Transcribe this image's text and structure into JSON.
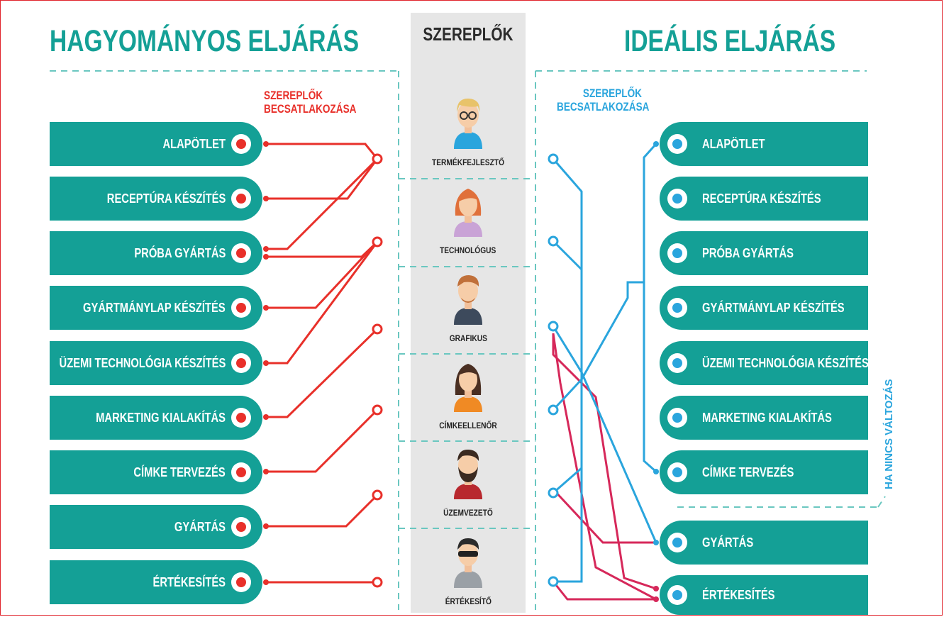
{
  "headings": {
    "left": "HAGYOMÁNYOS ELJÁRÁS",
    "center": "SZEREPLŐK",
    "right": "IDEÁLIS ELJÁRÁS"
  },
  "subheadings": {
    "left_line1": "SZEREPLŐK",
    "left_line2": "BECSATLAKOZÁSA",
    "right_line1": "SZEREPLŐK",
    "right_line2": "BECSATLAKOZÁSA"
  },
  "steps": [
    "ALAPÖTLET",
    "RECEPTÚRA KÉSZÍTÉS",
    "PRÓBA GYÁRTÁS",
    "GYÁRTMÁNYLAP KÉSZÍTÉS",
    "ÜZEMI TECHNOLÓGIA KÉSZÍTÉS",
    "MARKETING KIALAKÍTÁS",
    "CÍMKE TERVEZÉS",
    "GYÁRTÁS",
    "ÉRTÉKESÍTÉS"
  ],
  "roles": [
    {
      "label": "TERMÉKFEJLESZTŐ",
      "icon": "product-developer-avatar-icon"
    },
    {
      "label": "TECHNOLÓGUS",
      "icon": "technologist-avatar-icon"
    },
    {
      "label": "GRAFIKUS",
      "icon": "graphic-designer-avatar-icon"
    },
    {
      "label": "CÍMKEELLENŐR",
      "icon": "label-inspector-avatar-icon"
    },
    {
      "label": "ÜZEMVEZETŐ",
      "icon": "plant-manager-avatar-icon"
    },
    {
      "label": "ÉRTÉKESÍTŐ",
      "icon": "sales-avatar-icon"
    }
  ],
  "note_vertical": "HA NINCS VÁLTOZÁS",
  "colors": {
    "teal": "#14a096",
    "red": "#e8302a",
    "blue": "#2aa5dd",
    "crimson": "#d6285a",
    "column_bg": "#e6e6e6"
  }
}
